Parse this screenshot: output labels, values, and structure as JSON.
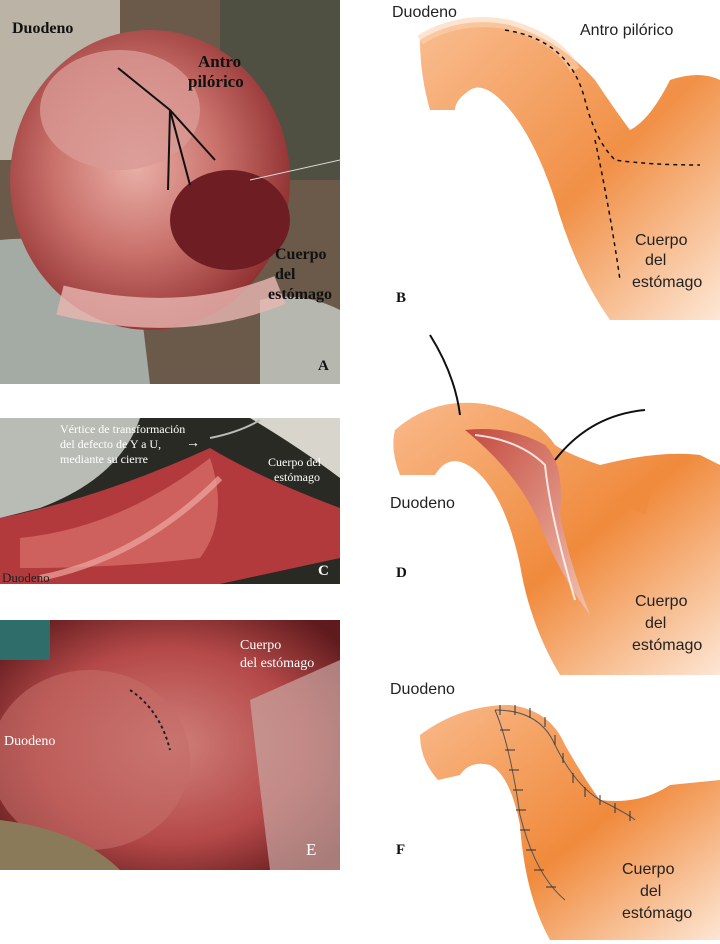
{
  "panel_a": {
    "letter": "A",
    "duodeno": "Duodeno",
    "antro_line1": "Antro",
    "antro_line2": "pilórico",
    "cuerpo_line1": "Cuerpo",
    "cuerpo_line2": "del",
    "cuerpo_line3": "estómago"
  },
  "panel_b": {
    "letter": "B",
    "duodeno": "Duodeno",
    "antro": "Antro pilórico",
    "cuerpo_line1": "Cuerpo",
    "cuerpo_line2": "del",
    "cuerpo_line3": "estómago"
  },
  "panel_c": {
    "letter": "C",
    "vertice_line1": "Vértice de transformación",
    "vertice_line2": "del defecto de Y a U,",
    "vertice_line3": "mediante su cierre",
    "cuerpo_line1": "Cuerpo del",
    "cuerpo_line2": "estómago",
    "duodeno": "Duodeno"
  },
  "panel_d": {
    "letter": "D",
    "duodeno": "Duodeno",
    "cuerpo_line1": "Cuerpo",
    "cuerpo_line2": "del",
    "cuerpo_line3": "estómago"
  },
  "panel_e": {
    "letter": "E",
    "duodeno": "Duodeno",
    "cuerpo_line1": "Cuerpo",
    "cuerpo_line2": "del estómago"
  },
  "panel_f": {
    "letter": "F",
    "duodeno": "Duodeno",
    "cuerpo_line1": "Cuerpo",
    "cuerpo_line2": "del",
    "cuerpo_line3": "estómago"
  },
  "colors": {
    "stomach_orange": "#f08a3c",
    "stomach_light": "#f9c9a0",
    "tissue_red": "#b0383a",
    "drape_gray": "#c9cbc6"
  }
}
